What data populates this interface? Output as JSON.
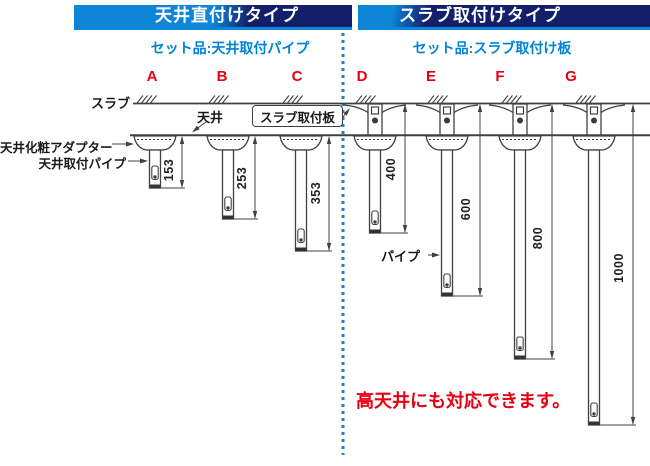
{
  "sections": {
    "left": {
      "title": "天井直付けタイプ",
      "subtitle": "セット品:天井取付パイプ"
    },
    "right": {
      "title": "スラブ取付けタイプ",
      "subtitle": "セット品:スラブ取付け板"
    }
  },
  "fixtures": [
    {
      "letter": "A",
      "dim": "153",
      "section": "left"
    },
    {
      "letter": "B",
      "dim": "253",
      "section": "left"
    },
    {
      "letter": "C",
      "dim": "353",
      "section": "left"
    },
    {
      "letter": "D",
      "dim": "400",
      "section": "right"
    },
    {
      "letter": "E",
      "dim": "600",
      "section": "right"
    },
    {
      "letter": "F",
      "dim": "800",
      "section": "right"
    },
    {
      "letter": "G",
      "dim": "1000",
      "section": "right"
    }
  ],
  "annotations": {
    "slab": "スラブ",
    "ceiling": "天井",
    "slab_plate": "スラブ取付板",
    "ceiling_adapter": "天井化粧アダプター",
    "ceiling_pipe": "天井取付パイプ",
    "pipe": "パイプ",
    "note": "高天井にも対応できます。"
  },
  "colors": {
    "banner_blue": "#0d86d7",
    "banner_navy": "#141f6a",
    "subtitle_blue": "#0083d6",
    "accent_red": "#e60012",
    "line_gray": "#404040",
    "divider_blue": "#1f7fd0"
  }
}
